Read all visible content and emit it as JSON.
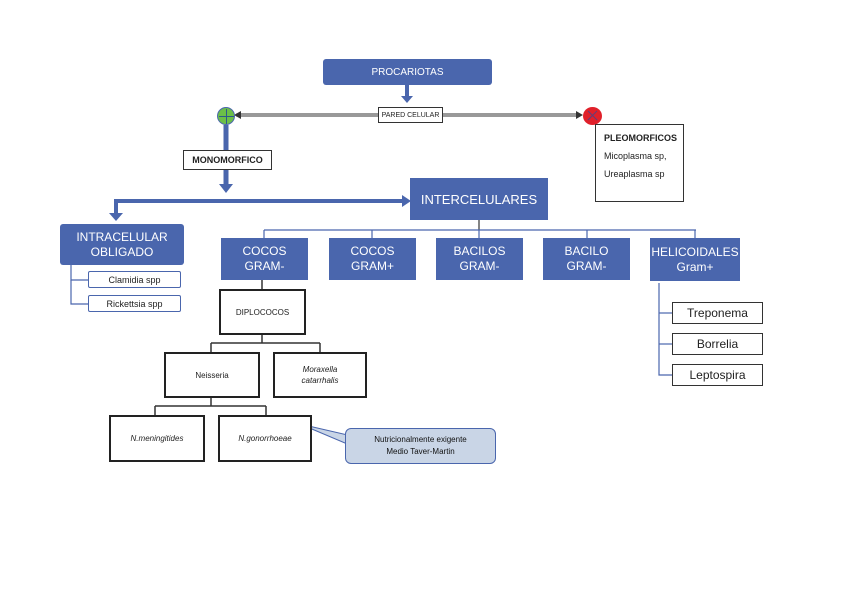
{
  "root": {
    "label": "PROCARIOTAS"
  },
  "wall": {
    "label": "PARED CELULAR"
  },
  "monomorfico": {
    "label": "MONOMORFICO",
    "icon": "plus-circle-icon",
    "color": "#6cbf47"
  },
  "pleomorficos": {
    "title": "PLEOMORFICOS",
    "items": [
      "Micoplasma sp,",
      "Ureaplasma sp"
    ],
    "icon": "x-circle-icon",
    "color": "#e0202a"
  },
  "intracelular": {
    "label_line1": "INTRACELULAR",
    "label_line2": "OBLIGADO",
    "children": [
      "Clamidia spp",
      "Rickettsia spp"
    ]
  },
  "intercelulares": {
    "label": "INTERCELULARES"
  },
  "groups": [
    {
      "line1": "COCOS",
      "line2": "GRAM-"
    },
    {
      "line1": "COCOS",
      "line2": "GRAM+"
    },
    {
      "line1": "BACILOS",
      "line2": "GRAM-"
    },
    {
      "line1": "BACILO",
      "line2": "GRAM-"
    },
    {
      "line1": "HELICOIDALES",
      "line2": "Gram+"
    }
  ],
  "helicoidales_children": [
    "Treponema",
    "Borrelia",
    "Leptospira"
  ],
  "diplococos": {
    "label": "DIPLOCOCOS",
    "children": [
      {
        "label": "Neisseria"
      },
      {
        "line1": "Moraxella",
        "line2": "catarrhalis"
      }
    ]
  },
  "neisseria_children": [
    "N.meningitides",
    "N.gonorrhoeae"
  ],
  "callout": {
    "line1": "Nutricionalmente exigente",
    "line2": "Medio Taver-Martin"
  },
  "colors": {
    "primary": "#4a66ad",
    "connector": "#5a78b8"
  }
}
